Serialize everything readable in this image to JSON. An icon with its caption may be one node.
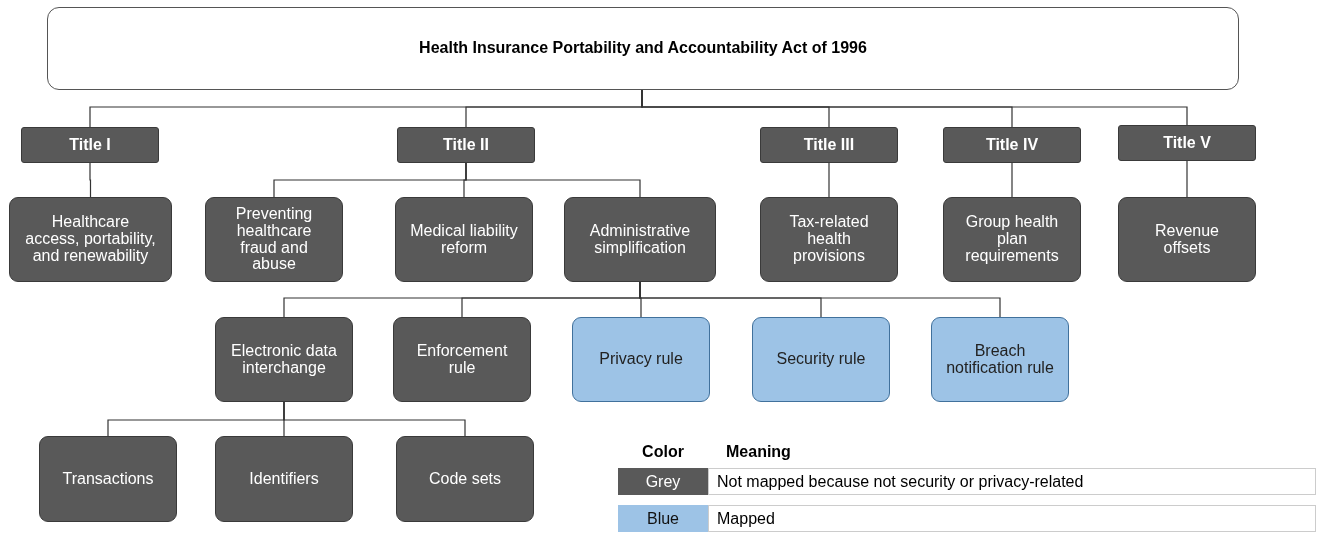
{
  "diagram": {
    "nodes": [
      {
        "text": [
          "Health Insurance Portability and Accountability Act of 1996"
        ]
      },
      {
        "text": [
          "Title I"
        ]
      },
      {
        "text": [
          "Title II"
        ]
      },
      {
        "text": [
          "Title III"
        ]
      },
      {
        "text": [
          "Title IV"
        ]
      },
      {
        "text": [
          "Title V"
        ]
      },
      {
        "text": [
          "Healthcare access, portability, and renewability"
        ]
      },
      {
        "text": [
          "Preventing healthcare fraud and abuse"
        ]
      },
      {
        "text": [
          "Medical liability reform"
        ]
      },
      {
        "text": [
          "Administrative simplification"
        ]
      },
      {
        "text": [
          "Tax-related health provisions"
        ]
      },
      {
        "text": [
          "Group health plan requirements"
        ]
      },
      {
        "text": [
          "Revenue offsets"
        ]
      },
      {
        "text": [
          "Electronic data interchange"
        ]
      },
      {
        "text": [
          "Enforcement rule"
        ]
      },
      {
        "text": [
          "Privacy rule"
        ]
      },
      {
        "text": [
          "Security rule"
        ]
      },
      {
        "text": [
          "Breach notification rule"
        ]
      },
      {
        "text": [
          "Transactions"
        ]
      },
      {
        "text": [
          "Identifiers"
        ]
      },
      {
        "text": [
          "Code sets"
        ]
      }
    ],
    "edges": [
      {
        "from": 0,
        "to": 1,
        "arrow": "none"
      },
      {
        "from": 0,
        "to": 2,
        "arrow": "none"
      },
      {
        "from": 0,
        "to": 3,
        "arrow": "none"
      },
      {
        "from": 0,
        "to": 4,
        "arrow": "none"
      },
      {
        "from": 0,
        "to": 5,
        "arrow": "none"
      },
      {
        "from": 1,
        "to": 6,
        "arrow": "none"
      },
      {
        "from": 2,
        "to": 7,
        "arrow": "none"
      },
      {
        "from": 2,
        "to": 8,
        "arrow": "none"
      },
      {
        "from": 2,
        "to": 9,
        "arrow": "none"
      },
      {
        "from": 3,
        "to": 10,
        "arrow": "none"
      },
      {
        "from": 4,
        "to": 11,
        "arrow": "none"
      },
      {
        "from": 5,
        "to": 12,
        "arrow": "none"
      },
      {
        "from": 9,
        "to": 13,
        "arrow": "none"
      },
      {
        "from": 9,
        "to": 14,
        "arrow": "none"
      },
      {
        "from": 9,
        "to": 15,
        "arrow": "none"
      },
      {
        "from": 9,
        "to": 16,
        "arrow": "none"
      },
      {
        "from": 9,
        "to": 17,
        "arrow": "none"
      },
      {
        "from": 13,
        "to": 18,
        "arrow": "none"
      },
      {
        "from": 13,
        "to": 19,
        "arrow": "none"
      },
      {
        "from": 13,
        "to": 20,
        "arrow": "none"
      }
    ],
    "labels": [
      "Color",
      "Meaning",
      "Grey",
      "Blue"
    ],
    "legend": [
      {
        "text": "Not mapped because not security or privacy-related",
        "color": "#595959"
      },
      {
        "text": "Mapped",
        "color": "#9dc3e6"
      }
    ]
  }
}
